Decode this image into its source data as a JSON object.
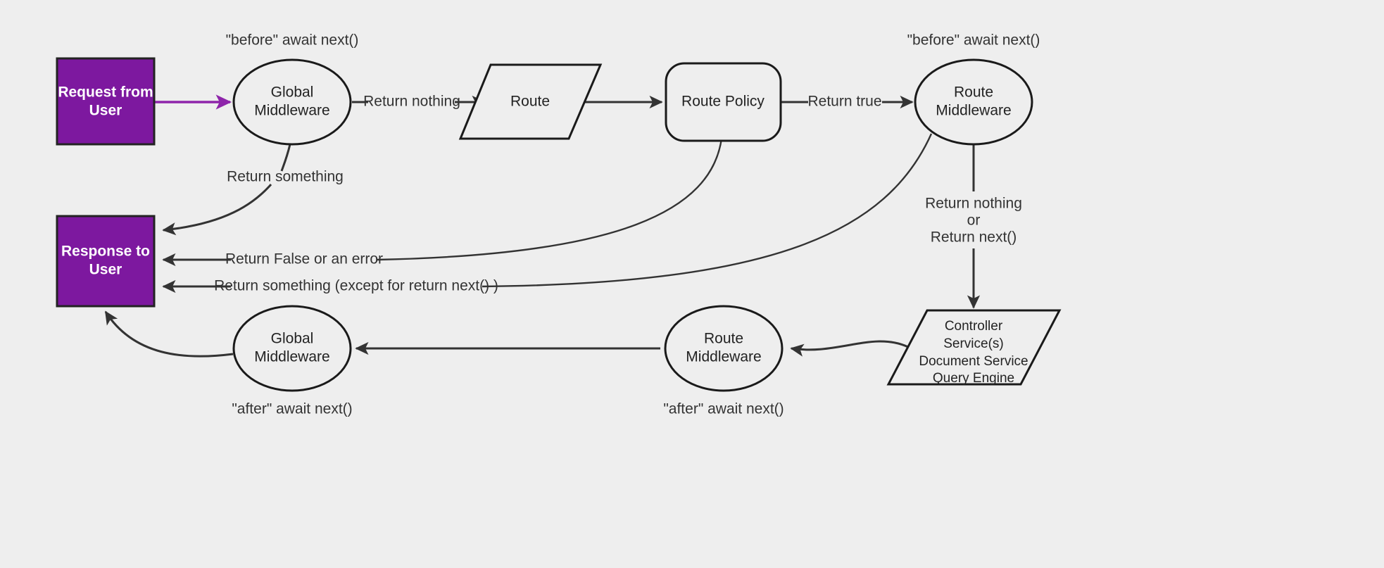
{
  "canvas": {
    "background": "#eeeeee",
    "stroke": "#333333",
    "accent_purple": "#7d189f",
    "arrow_purple": "#8e24aa"
  },
  "nodes": {
    "request": {
      "label_line1": "Request from",
      "label_line2": "User"
    },
    "response": {
      "label_line1": "Response to",
      "label_line2": "User"
    },
    "global_mw_top": {
      "label_line1": "Global",
      "label_line2": "Middleware"
    },
    "route": {
      "label": "Route"
    },
    "route_policy": {
      "label": "Route Policy"
    },
    "route_mw_top": {
      "label_line1": "Route",
      "label_line2": "Middleware"
    },
    "controller": {
      "line1": "Controller",
      "line2": "Service(s)",
      "line3": "Document Service",
      "line4": "Query Engine"
    },
    "route_mw_bottom": {
      "label_line1": "Route",
      "label_line2": "Middleware"
    },
    "global_mw_bottom": {
      "label_line1": "Global",
      "label_line2": "Middleware"
    }
  },
  "annotations": {
    "before_global": "\"before\" await next()",
    "before_route_mw": "\"before\" await next()",
    "after_global": "\"after\" await next()",
    "after_route_mw": "\"after\" await next()"
  },
  "edge_labels": {
    "return_something_top": "Return something",
    "return_nothing": "Return nothing",
    "return_true": "Return true",
    "return_nothing_or_1": "Return nothing",
    "return_nothing_or_2": "or",
    "return_nothing_or_3": "Return next()",
    "return_false_or_error": "Return False or an error",
    "return_something_except": "Return something (except for return next() )"
  }
}
